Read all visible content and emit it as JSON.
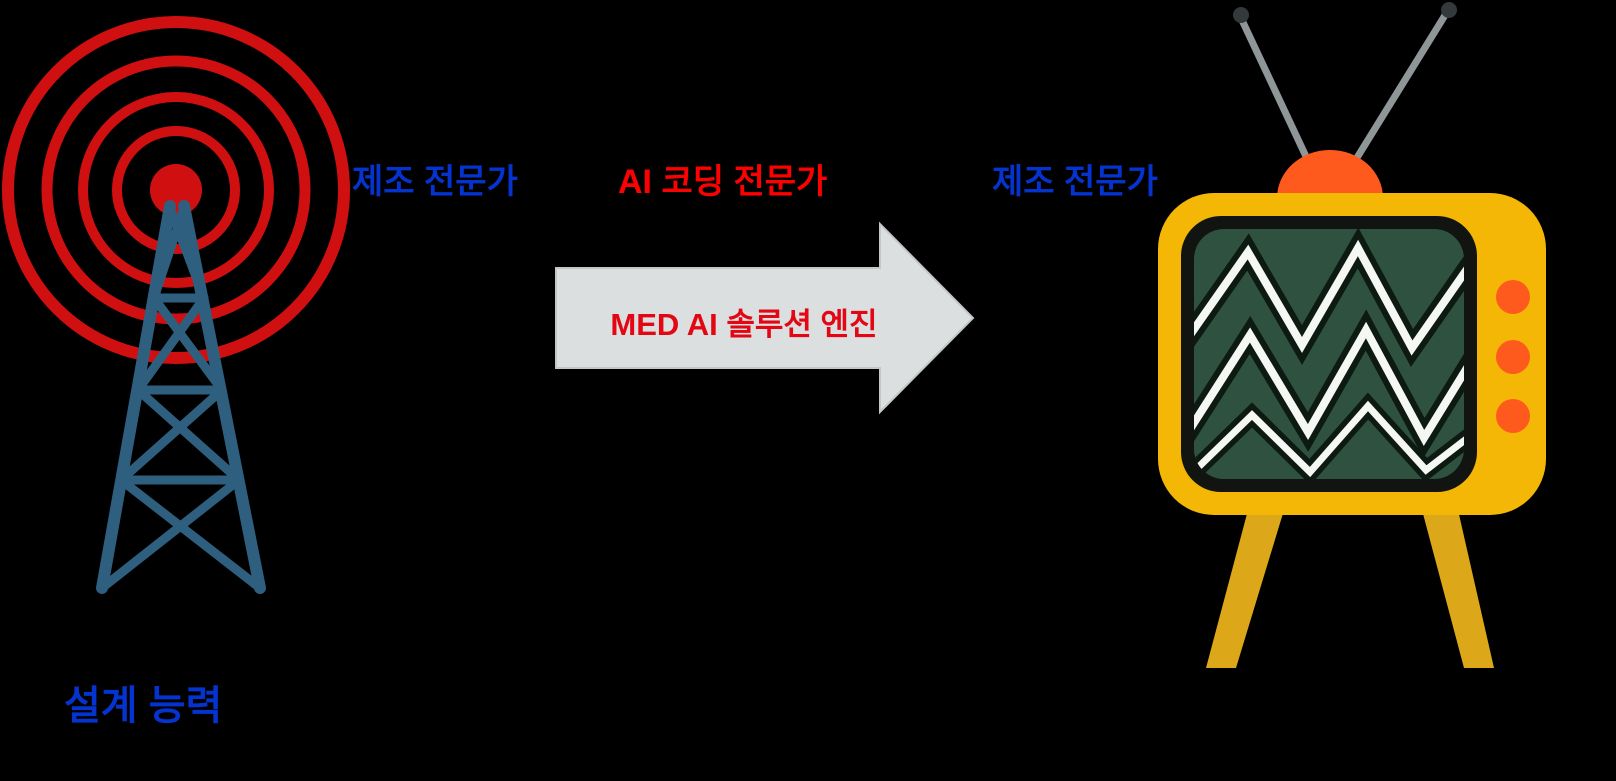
{
  "diagram": {
    "left_label": "제조 전문가",
    "center_label": "AI 코딩 전문가",
    "right_label": "제조 전문가",
    "arrow_label": "MED AI 솔루션 엔진",
    "bottom_left_label": "설계 능력"
  },
  "icons": [
    {
      "name": "radio-tower-icon",
      "meaning": "broadcast tower with signal waves"
    },
    {
      "name": "arrow-right-shape",
      "meaning": "transformation arrow"
    },
    {
      "name": "tv-icon",
      "meaning": "retro television with static screen"
    }
  ],
  "colors": {
    "background": "#000000",
    "blue_text": "#0433cf",
    "red_text": "#ff0000",
    "arrow_text": "#e30613",
    "arrow_fill": "#dcdfe0",
    "tower_steel": "#2f5f7f",
    "signal_red": "#d01010",
    "tv_body_yellow": "#f4b705",
    "tv_leg_yellow": "#dca718",
    "tv_screen_green": "#2f5240",
    "tv_knob_orange": "#ff5a1e",
    "antenna_gray": "#8f9698"
  }
}
